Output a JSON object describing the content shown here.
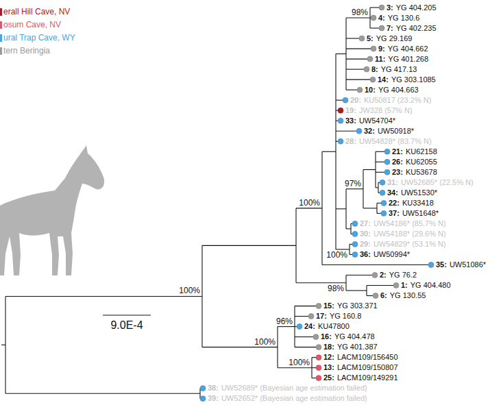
{
  "diagram": {
    "labels": [
      "3:",
      "YG 404.205",
      "4:",
      "YG 130.6",
      "7:",
      "YG 402.235",
      "5:",
      "YG 29.169",
      "9:",
      "YG 404.662",
      "11:",
      "YG 401.268",
      "8:",
      "YG 417.13",
      "14:",
      "YG 303.1085",
      "10:",
      "YG 404.663",
      "20:",
      "KU50817 (23.2% N)",
      "19:",
      "JW328 (57% N)",
      "33:",
      "UW54704*",
      "32:",
      "UW50918*",
      "28:",
      "UW54828* (83.7% N)",
      "21:",
      "KU62158",
      "26:",
      "KU62055",
      "23:",
      "KU53678",
      "31:",
      "UW52685* (22.5% N)",
      "34:",
      "UW51530*",
      "22:",
      "KU33418",
      "37:",
      "UW51648*",
      "27:",
      "UW54186* (85.7% N)",
      "30:",
      "UW54188* (29.6% N)",
      "29:",
      "UW54829* (53.1% N)",
      "36:",
      "UW50994*",
      "35:",
      "UW51086*",
      "2:",
      "YG 76.2",
      "1:",
      "YG 404.480",
      "6:",
      "YG 130.55",
      "15:",
      "YG 303.371",
      "17:",
      "YG 160.8",
      "24:",
      "KU47800",
      "16:",
      "YG 404.478",
      "18:",
      "YG 401.387",
      "12:",
      "LACM109/156450",
      "13:",
      "LACM109/150807",
      "25:",
      "LACM109/149291",
      "38:",
      "UW52689* (Bayesian age estimation failed)",
      "39:",
      "UW52652* (Bayesian age estimation failed)",
      "98%",
      "100%",
      "97%",
      "100%",
      "100%",
      "98%",
      "96%",
      "100%",
      "100%",
      "9.0E-4"
    ],
    "legend": [
      {
        "text": "erall Hill Cave, NV",
        "color": "#a61e2a"
      },
      {
        "text": "osum Cave, NV",
        "color": "#e0566b"
      },
      {
        "text": "ural Trap Cave, WY",
        "color": "#4da3df"
      },
      {
        "text": "tern Beringia",
        "color": "#9b9b9b"
      }
    ]
  }
}
